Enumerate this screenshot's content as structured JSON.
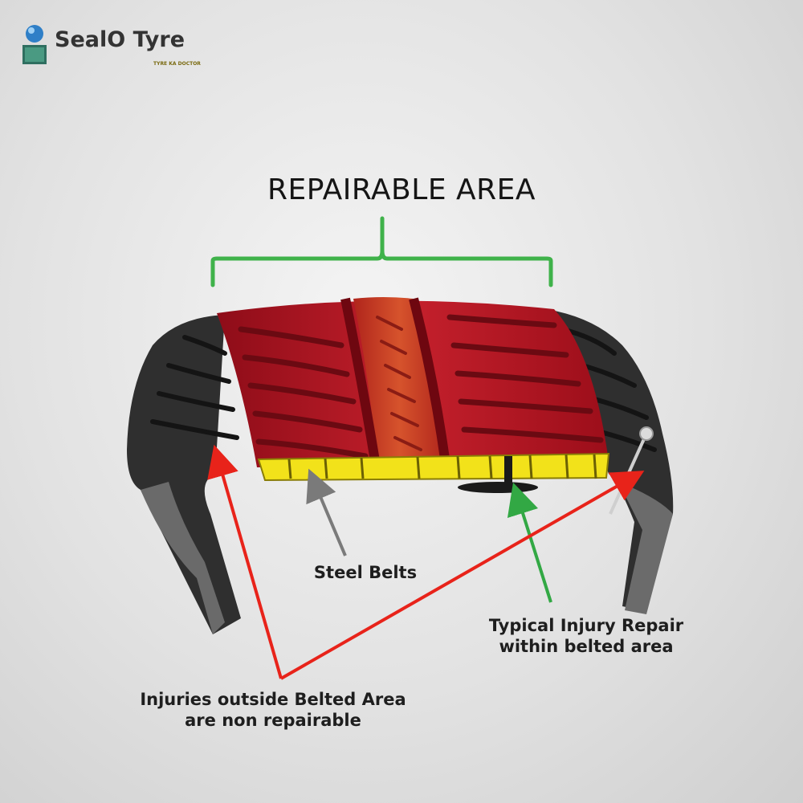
{
  "logo": {
    "brand": "SealO Tyre",
    "tagline": "TYRE KA DOCTOR",
    "name": "sealotyre-logo"
  },
  "diagram": {
    "title": "REPAIRABLE AREA",
    "steel_belts": "Steel Belts",
    "typical_repair": [
      "Typical Injury Repair",
      "within belted area"
    ],
    "injuries_outside": [
      "Injuries outside Belted Area",
      "are non repairable"
    ]
  },
  "colors": {
    "repairable_red": "#b0101e",
    "belt_yellow": "#f2e21a",
    "tyre_dark": "#2e2e2e",
    "bracket_green": "#3fb24a",
    "arrow_red": "#e8231a",
    "arrow_gray": "#808080",
    "arrow_green": "#32a844"
  }
}
